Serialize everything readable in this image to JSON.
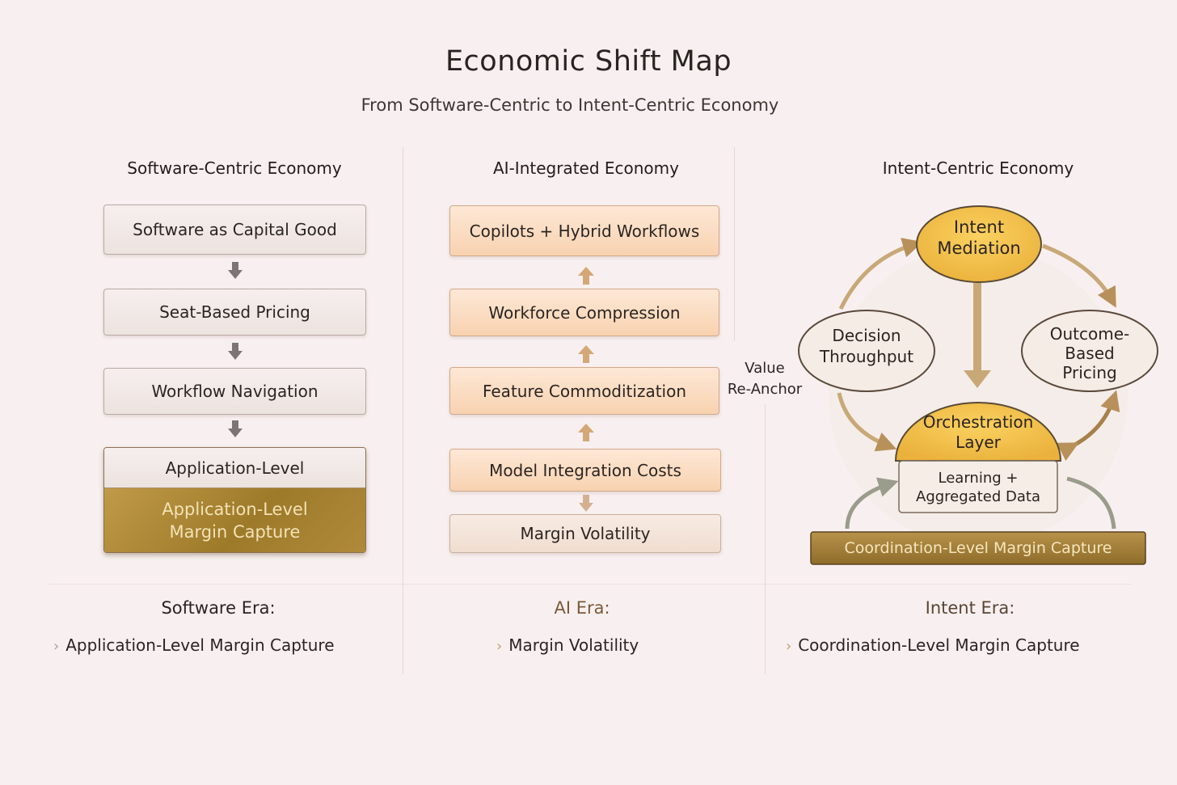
{
  "title": "Economic Shift Map",
  "subtitle": "From Software-Centric to Intent-Centric Economy",
  "columns": {
    "software": {
      "heading": "Software-Centric Economy",
      "boxes": [
        "Software as Capital Good",
        "Seat-Based Pricing",
        "Workflow Navigation",
        "Application-Level"
      ],
      "highlight": "Application-Level Margin Capture",
      "era": "Software Era:",
      "bullet": "Application-Level Margin Capture"
    },
    "ai": {
      "heading": "AI-Integrated Economy",
      "boxes": [
        "Copilots + Hybrid Workflows",
        "Workforce Compression",
        "Feature Commoditization",
        "Model Integration Costs",
        "Margin Volatility"
      ],
      "era": "AI Era:",
      "bullet": "Margin Volatility"
    },
    "intent": {
      "heading": "Intent-Centric Economy",
      "side_label_1": "Value",
      "side_label_2": "Re-Anchor",
      "nodes": {
        "intent_1": "Intent",
        "intent_2": "Mediation",
        "decision_1": "Decision",
        "decision_2": "Throughput",
        "outcome_1": "Outcome-",
        "outcome_2": "Based",
        "outcome_3": "Pricing",
        "orch_1": "Orchestration",
        "orch_2": "Layer",
        "learning_1": "Learning +",
        "learning_2": "Aggregated Data"
      },
      "base": "Coordination-Level Margin Capture",
      "era": "Intent Era:",
      "bullet": "Coordination-Level Margin Capture"
    }
  },
  "colors": {
    "background": "#f8f0f0",
    "gold": "#f0b840",
    "bronze": "#a8843a",
    "peach": "#f8d2b0",
    "era_ai": "#7a5a3a",
    "era_intent": "#5a4535"
  }
}
